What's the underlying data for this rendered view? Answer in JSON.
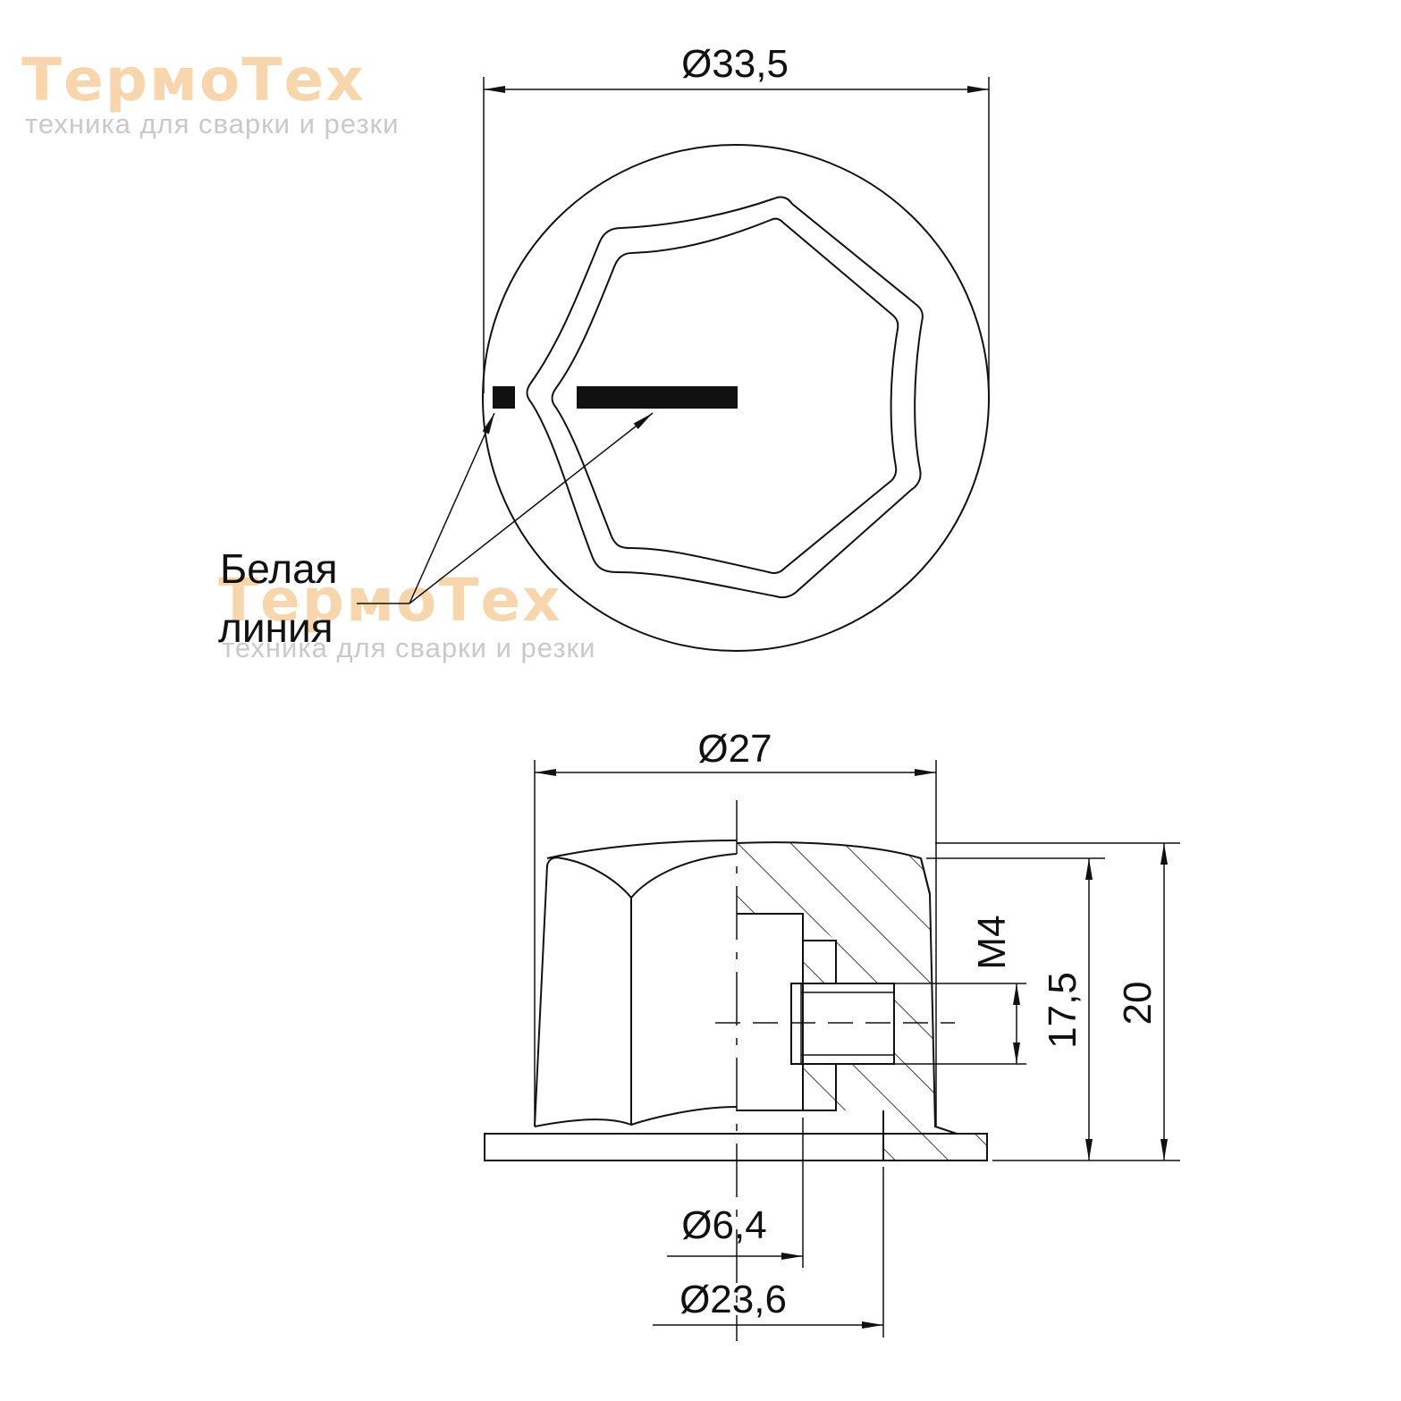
{
  "watermark": {
    "brand": "ТермоТех",
    "tagline": "техника для сварки и резки"
  },
  "top_view": {
    "outer_diameter_label": "Ø33,5",
    "callout_label_line1": "Белая",
    "callout_label_line2": "линия"
  },
  "side_view": {
    "top_diameter_label": "Ø27",
    "thread_label": "M4",
    "inner_height_label": "17,5",
    "total_height_label": "20",
    "bore_diameter_label": "Ø6,4",
    "base_diameter_label": "Ø23,6"
  },
  "colors": {
    "line": "#111111",
    "watermark_brand": "#f3b56b",
    "watermark_tagline": "#c9c9c9"
  }
}
